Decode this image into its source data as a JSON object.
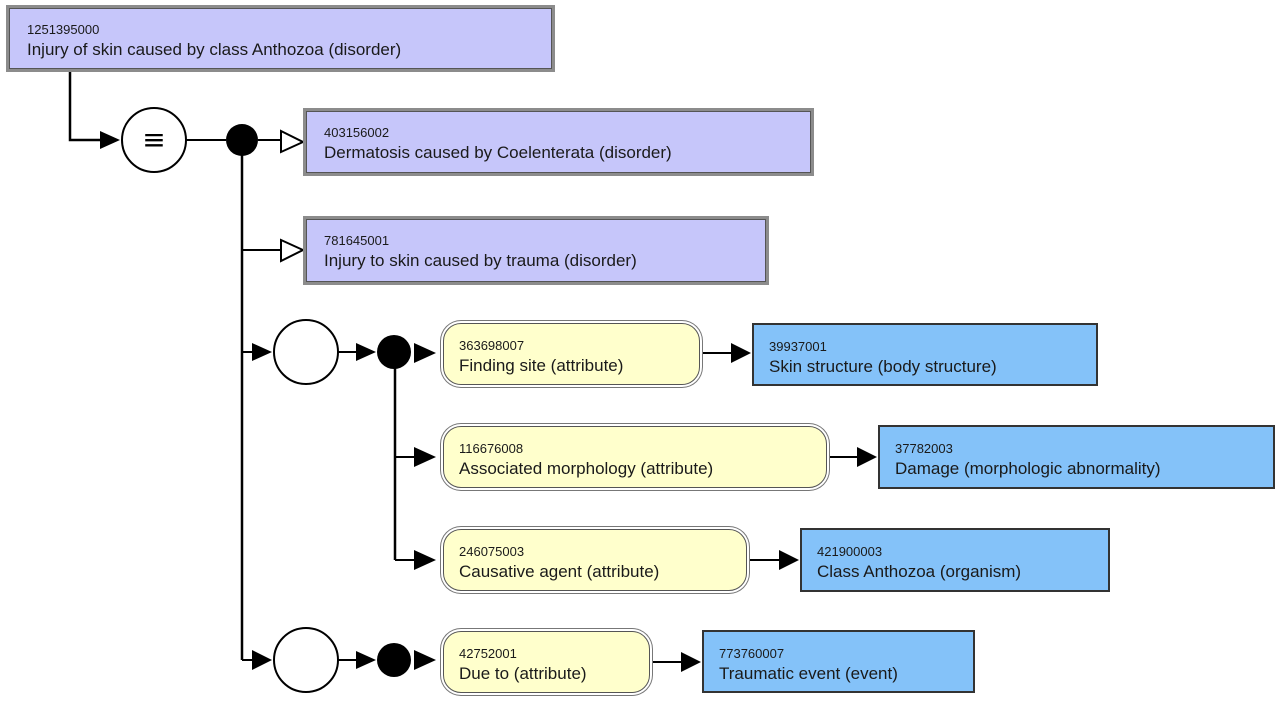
{
  "focus_concept": {
    "sctid": "1251395000",
    "term": "Injury of skin caused by class Anthozoa (disorder)"
  },
  "definition_status_symbol": "≡",
  "parents": [
    {
      "sctid": "403156002",
      "term": "Dermatosis caused by Coelenterata (disorder)"
    },
    {
      "sctid": "781645001",
      "term": "Injury to skin caused by trauma (disorder)"
    }
  ],
  "role_groups": [
    {
      "attributes": [
        {
          "attribute": {
            "sctid": "363698007",
            "term": "Finding site (attribute)"
          },
          "value": {
            "sctid": "39937001",
            "term": "Skin structure (body structure)"
          }
        },
        {
          "attribute": {
            "sctid": "116676008",
            "term": "Associated morphology (attribute)"
          },
          "value": {
            "sctid": "37782003",
            "term": "Damage (morphologic abnormality)"
          }
        },
        {
          "attribute": {
            "sctid": "246075003",
            "term": "Causative agent (attribute)"
          },
          "value": {
            "sctid": "421900003",
            "term": "Class Anthozoa (organism)"
          }
        }
      ]
    },
    {
      "attributes": [
        {
          "attribute": {
            "sctid": "42752001",
            "term": "Due to (attribute)"
          },
          "value": {
            "sctid": "773760007",
            "term": "Traumatic event (event)"
          }
        }
      ]
    }
  ],
  "colors": {
    "concept_fill": "#c6c6fa",
    "attribute_fill": "#ffffcc",
    "value_fill": "#84c2f9",
    "line": "#000000"
  }
}
